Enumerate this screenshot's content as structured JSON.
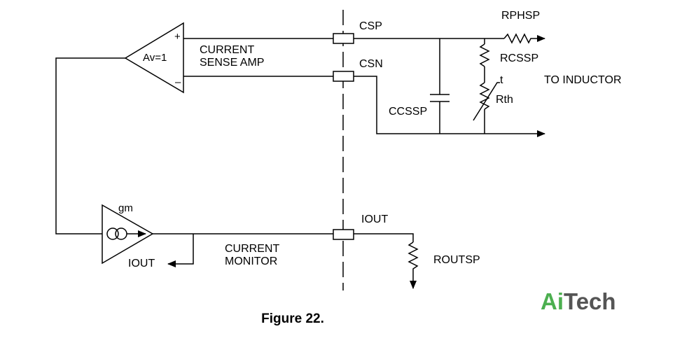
{
  "diagram": {
    "labels": {
      "amp_gain": "Av=1",
      "plus": "+",
      "minus": "–",
      "current_sense_amp": "CURRENT\nSENSE AMP",
      "csp": "CSP",
      "csn": "CSN",
      "rphsp": "RPHSP",
      "rcssp": "RCSSP",
      "t": "t",
      "rth": "Rth",
      "to_inductor": "TO INDUCTOR",
      "ccssp": "CCSSP",
      "gm": "gm",
      "iout_pin": "IOUT",
      "iout_arrow": "IOUT",
      "current_monitor": "CURRENT\nMONITOR",
      "routsp": "ROUTSP"
    },
    "caption": "Figure 22."
  },
  "logo": {
    "part1": "Ai",
    "part2": "Tech",
    "color1": "#4caf50",
    "color2": "#555555"
  }
}
